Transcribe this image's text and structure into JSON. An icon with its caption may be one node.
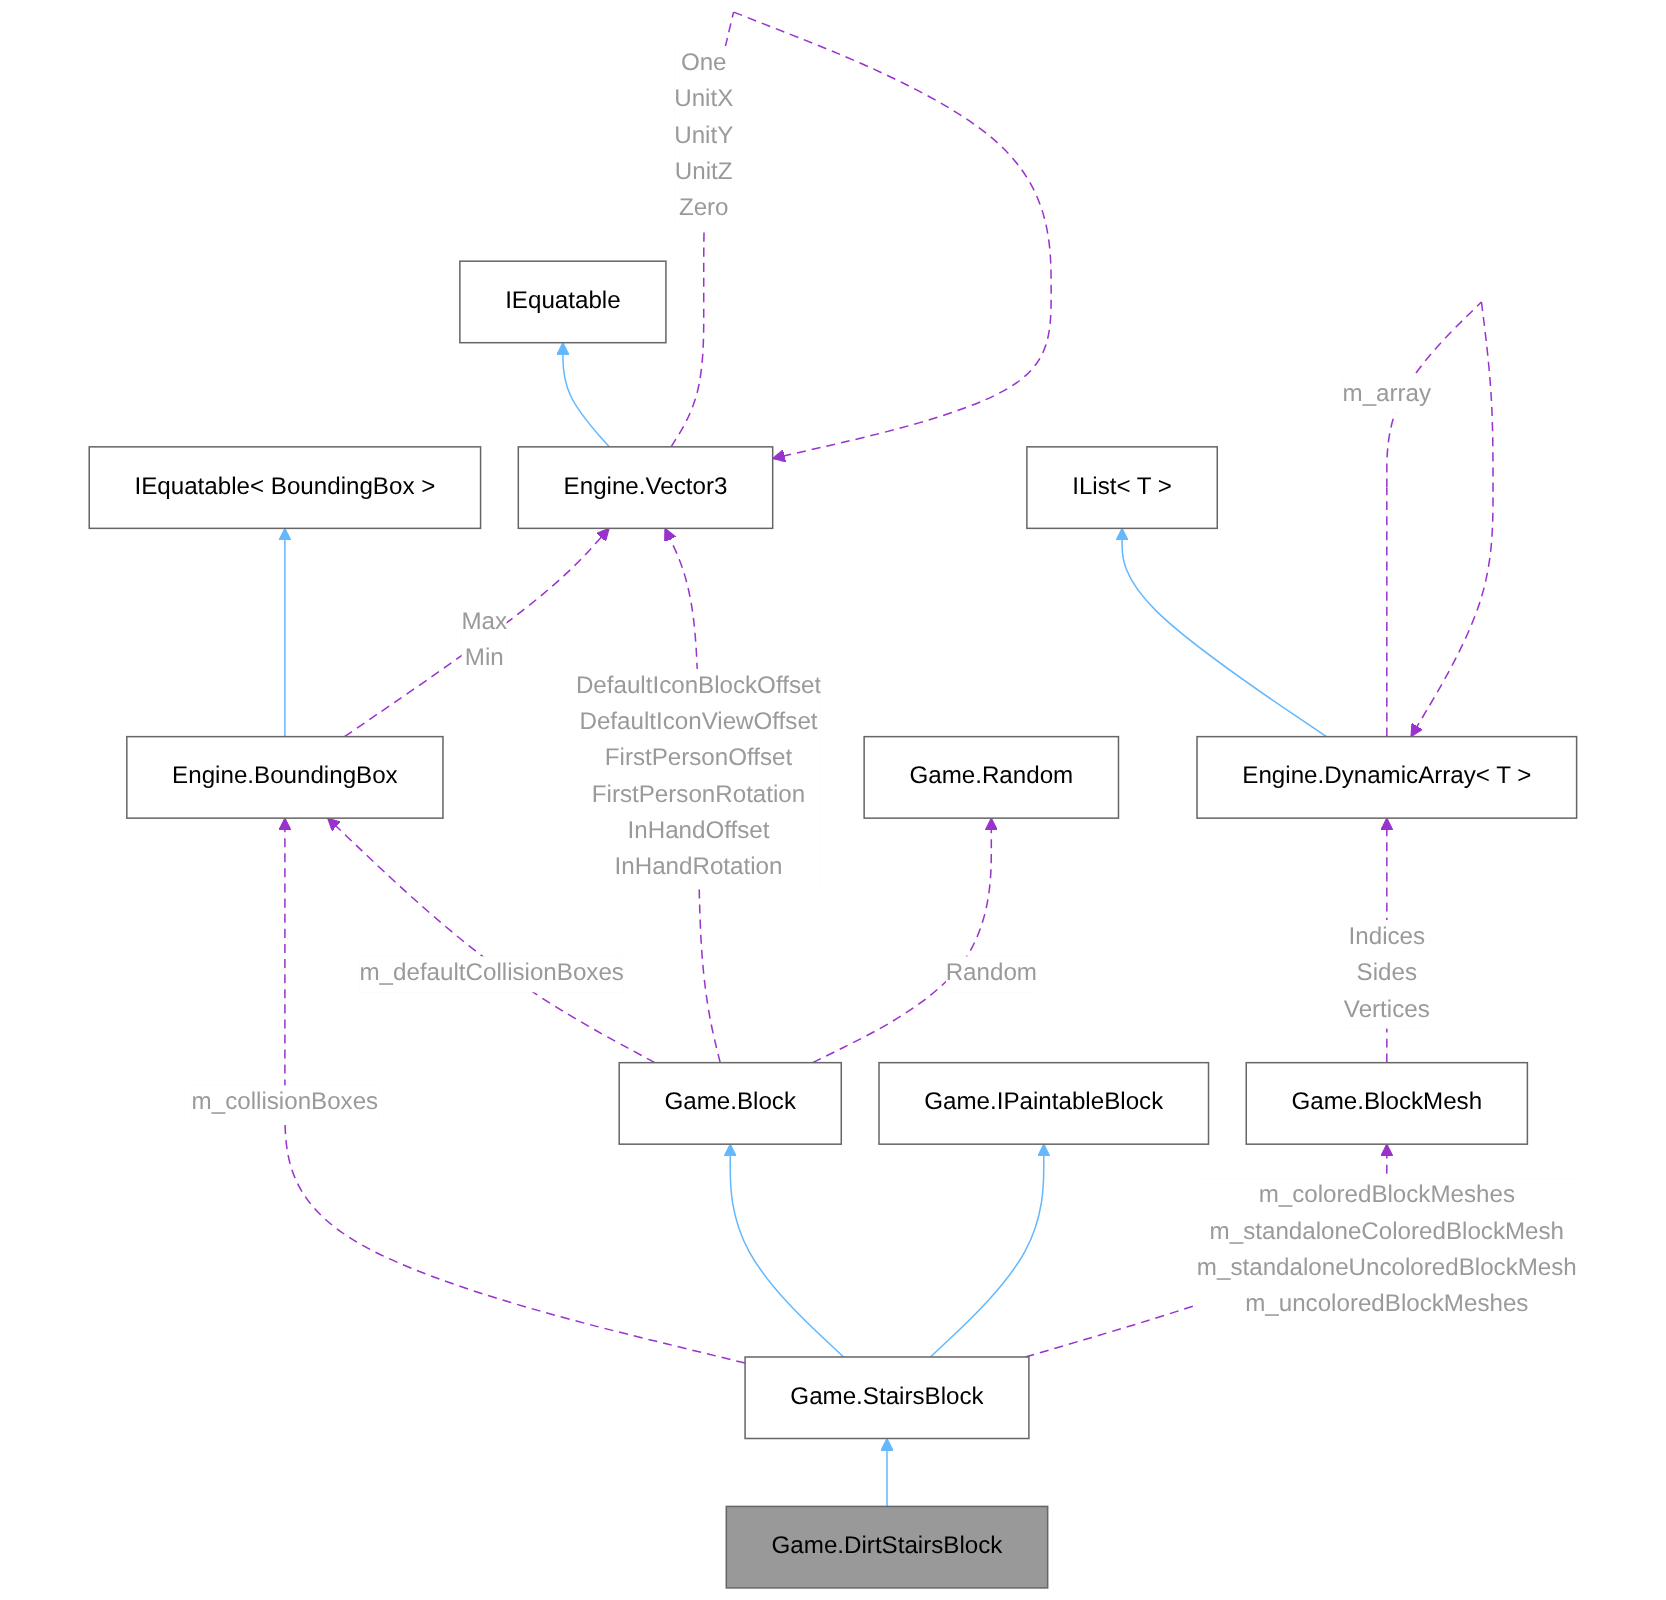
{
  "diagram": {
    "nodes": [
      {
        "text": [
          "IEquatable"
        ]
      },
      {
        "text": [
          "IEquatable< BoundingBox >"
        ]
      },
      {
        "text": [
          "Engine.Vector3"
        ]
      },
      {
        "text": [
          "IList< T >"
        ]
      },
      {
        "text": [
          "Engine.BoundingBox"
        ]
      },
      {
        "text": [
          "Game.Random"
        ]
      },
      {
        "text": [
          "Engine.DynamicArray< T >"
        ]
      },
      {
        "text": [
          "Game.Block"
        ]
      },
      {
        "text": [
          "Game.IPaintableBlock"
        ]
      },
      {
        "text": [
          "Game.BlockMesh"
        ]
      },
      {
        "text": [
          "Game.StairsBlock"
        ]
      },
      {
        "text": [
          "Game.DirtStairsBlock"
        ]
      }
    ],
    "edges": [
      {
        "from": 2,
        "to": 0,
        "arrow": "to",
        "color": "#63b8ff"
      },
      {
        "from": 2,
        "to": 2,
        "arrow": "to",
        "style": "dashed",
        "color": "#9a32cd",
        "label": "One UnitX UnitY UnitZ Zero"
      },
      {
        "from": 4,
        "to": 1,
        "arrow": "to",
        "color": "#63b8ff"
      },
      {
        "from": 4,
        "to": 2,
        "arrow": "to",
        "style": "dashed",
        "color": "#9a32cd",
        "label": "Max Min"
      },
      {
        "from": 6,
        "to": 3,
        "arrow": "to",
        "color": "#63b8ff"
      },
      {
        "from": 6,
        "to": 6,
        "arrow": "to",
        "style": "dashed",
        "color": "#9a32cd",
        "label": "m_array"
      },
      {
        "from": 7,
        "to": 4,
        "arrow": "to",
        "style": "dashed",
        "color": "#9a32cd",
        "label": "m_defaultCollisionBoxes"
      },
      {
        "from": 7,
        "to": 2,
        "arrow": "to",
        "style": "dashed",
        "color": "#9a32cd",
        "label": "DefaultIconBlockOffset DefaultIconViewOffset FirstPersonOffset FirstPersonRotation InHandOffset InHandRotation"
      },
      {
        "from": 7,
        "to": 5,
        "arrow": "to",
        "style": "dashed",
        "color": "#9a32cd",
        "label": "Random"
      },
      {
        "from": 9,
        "to": 6,
        "arrow": "to",
        "style": "dashed",
        "color": "#9a32cd",
        "label": "Indices Sides Vertices"
      },
      {
        "from": 10,
        "to": 4,
        "arrow": "to",
        "style": "dashed",
        "color": "#9a32cd",
        "label": "m_collisionBoxes"
      },
      {
        "from": 10,
        "to": 7,
        "arrow": "to",
        "color": "#63b8ff"
      },
      {
        "from": 10,
        "to": 8,
        "arrow": "to",
        "color": "#63b8ff"
      },
      {
        "from": 10,
        "to": 9,
        "arrow": "to",
        "style": "dashed",
        "color": "#9a32cd",
        "label": "m_coloredBlockMeshes m_standaloneColoredBlockMesh m_standaloneUncoloredBlockMesh m_uncoloredBlockMeshes"
      },
      {
        "from": 11,
        "to": 10,
        "arrow": "to",
        "color": "#63b8ff"
      }
    ]
  }
}
